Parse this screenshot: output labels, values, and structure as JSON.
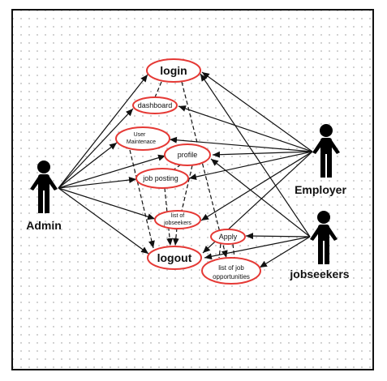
{
  "actors": {
    "admin": "Admin",
    "employer": "Employer",
    "jobseekers": "jobseekers"
  },
  "use_cases": {
    "login": "login",
    "dashboard": "dashboard",
    "user_maintenance_1": "User",
    "user_maintenance_2": "Maintenace",
    "profile": "profile",
    "job_posting": "job posting",
    "list_jobseekers_1": "list of",
    "list_jobseekers_2": "jobseekers",
    "apply": "Apply",
    "logout": "logout",
    "list_opportunities_1": "list of job",
    "list_opportunities_2": "opportunities"
  },
  "colors": {
    "ellipse_stroke": "#e53935",
    "line": "#111111",
    "actor": "#000000"
  }
}
